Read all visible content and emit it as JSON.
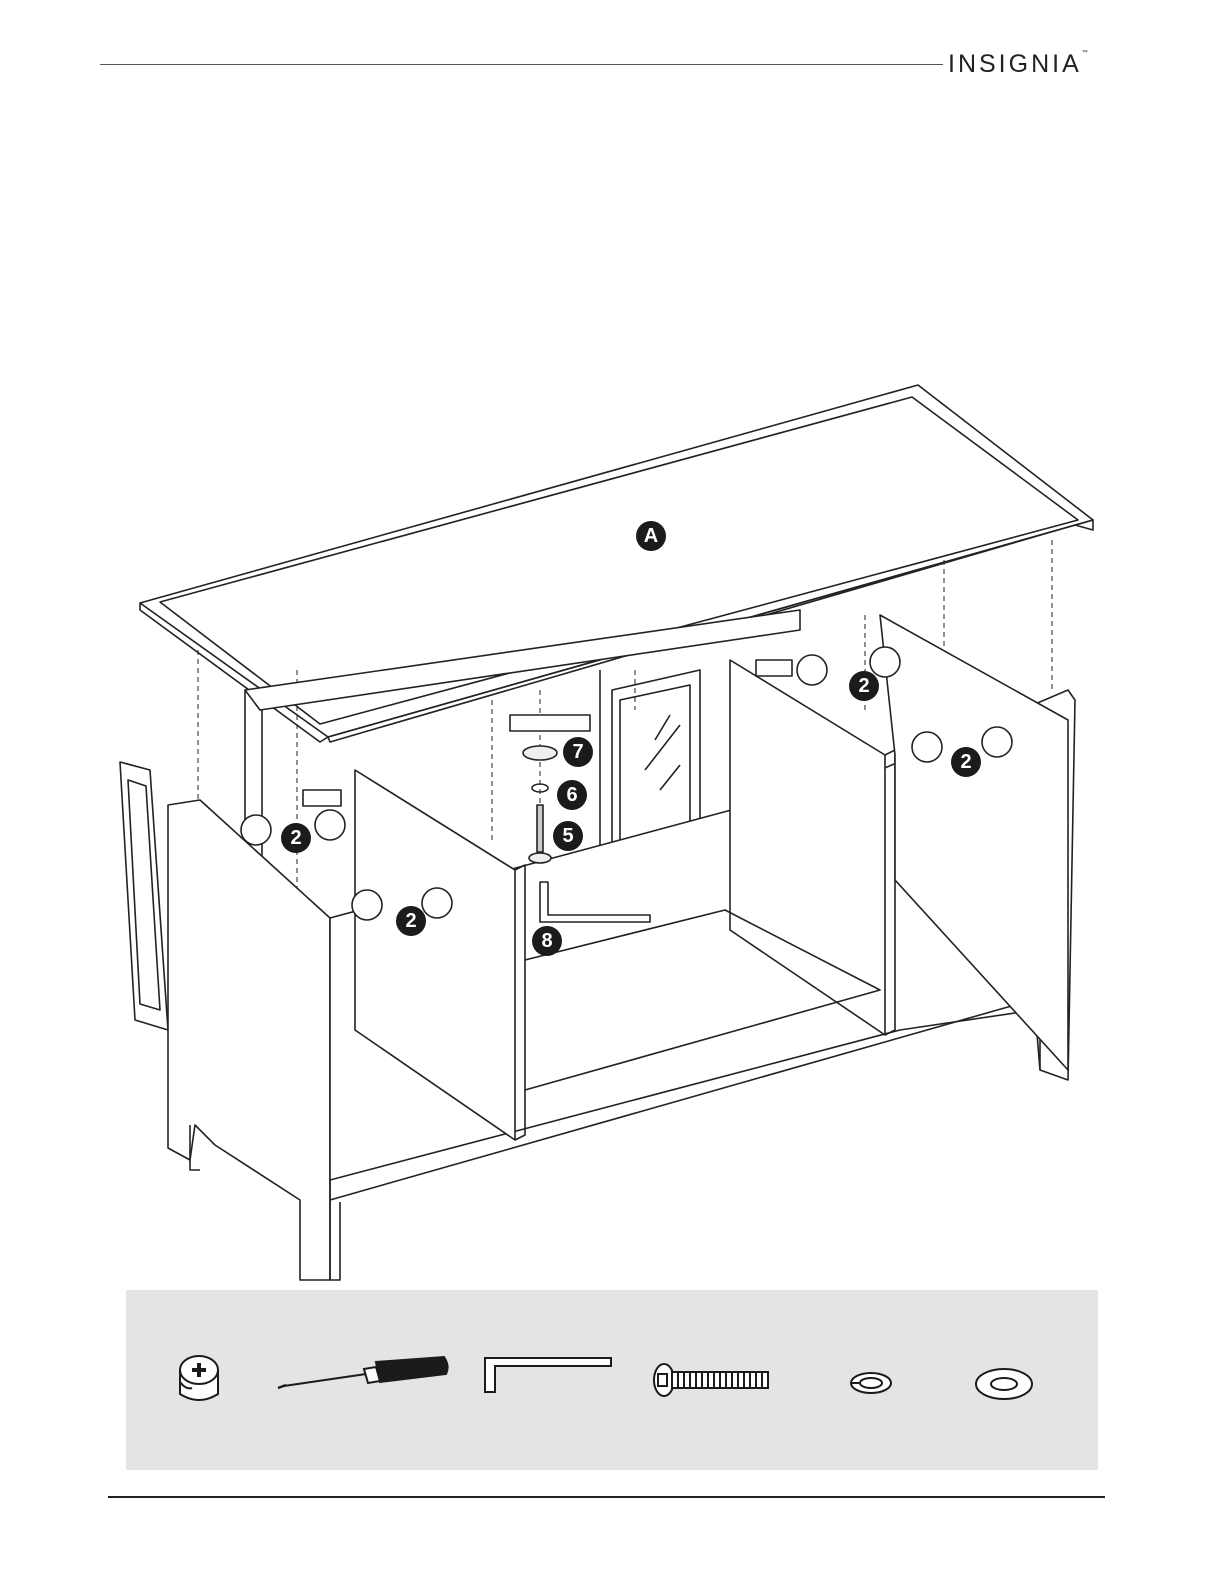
{
  "header": {
    "brand": "INSIGNIA",
    "trademark": "™"
  },
  "diagram": {
    "part_label": "A",
    "callouts": {
      "cam_lock_1": "2",
      "cam_lock_2": "2",
      "cam_lock_3": "2",
      "cam_lock_4": "2",
      "washer": "7",
      "lock_washer": "6",
      "bolt": "5",
      "allen_key": "8"
    }
  },
  "hardware_panel": {
    "items": [
      {
        "icon": "cam-lock-icon"
      },
      {
        "icon": "screwdriver-icon"
      },
      {
        "icon": "allen-key-icon"
      },
      {
        "icon": "bolt-icon"
      },
      {
        "icon": "lock-washer-icon"
      },
      {
        "icon": "flat-washer-icon"
      }
    ],
    "background": "#e4e4e4"
  }
}
